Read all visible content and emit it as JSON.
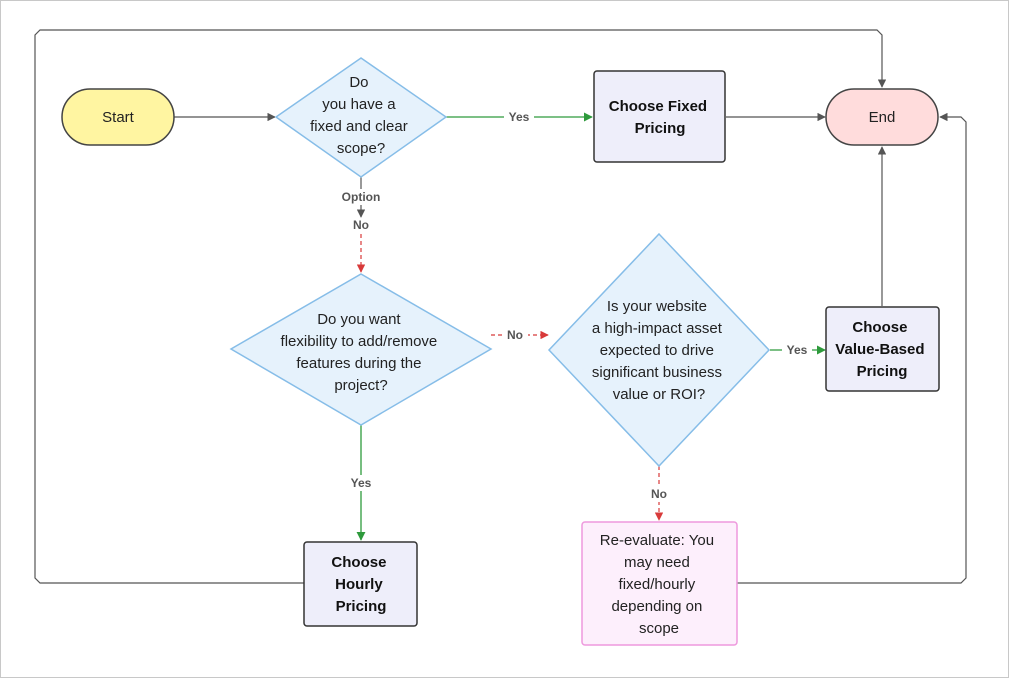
{
  "diagram": {
    "nodes": {
      "start": {
        "text": "Start"
      },
      "end": {
        "text": "End"
      },
      "q_scope": {
        "lines": [
          "Do",
          "you have a",
          "fixed and clear",
          "scope?"
        ]
      },
      "fixed": {
        "lines": [
          "Choose Fixed",
          "Pricing"
        ]
      },
      "q_flex": {
        "lines": [
          "Do you want",
          "flexibility to add/remove",
          "features during the",
          "project?"
        ]
      },
      "q_value": {
        "lines": [
          "Is your website",
          "a high-impact asset",
          "expected to drive",
          "significant business",
          "value or ROI?"
        ]
      },
      "value": {
        "lines": [
          "Choose",
          "Value-Based",
          "Pricing"
        ]
      },
      "hourly": {
        "lines": [
          "Choose",
          "Hourly",
          "Pricing"
        ]
      },
      "reeval": {
        "lines": [
          "Re-evaluate: You",
          "may need",
          "fixed/hourly",
          "depending on",
          "scope"
        ]
      }
    },
    "edge_labels": {
      "scope_yes": "Yes",
      "scope_option": "Option",
      "scope_no": "No",
      "flex_no": "No",
      "flex_yes": "Yes",
      "value_yes": "Yes",
      "value_no": "No"
    },
    "colors": {
      "start_fill": "#fff5a1",
      "end_fill": "#ffdcdc",
      "decision_fill": "#e6f2fc",
      "decision_stroke": "#86bde8",
      "process_fill": "#eeeefa",
      "reeval_fill": "#fdeffc",
      "reeval_stroke": "#ee99dd",
      "edge_gray": "#555555",
      "edge_green": "#2e9a3c",
      "edge_red": "#d83a3a"
    }
  }
}
